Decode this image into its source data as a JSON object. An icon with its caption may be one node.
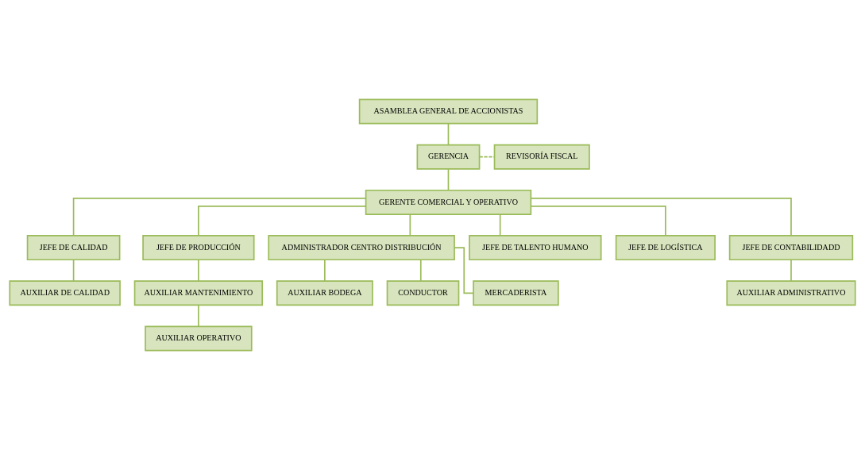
{
  "diagram": {
    "nodes": [
      {
        "text": [
          "ASAMBLEA GENERAL DE ACCIONISTAS"
        ]
      },
      {
        "text": [
          "GERENCIA"
        ]
      },
      {
        "text": [
          "REVISORÍA FISCAL"
        ]
      },
      {
        "text": [
          "GERENTE COMERCIAL Y OPERATIVO"
        ]
      },
      {
        "text": [
          "JEFE DE CALIDAD"
        ]
      },
      {
        "text": [
          "JEFE DE PRODUCCIÓN"
        ]
      },
      {
        "text": [
          "ADMINISTRADOR CENTRO DISTRIBUCIÓN"
        ]
      },
      {
        "text": [
          "AUXILIAR BODEGA"
        ]
      },
      {
        "text": [
          "CONDUCTOR"
        ]
      },
      {
        "text": [
          "MERCADERISTA"
        ]
      },
      {
        "text": [
          "JEFE DE TALENTO HUMANO"
        ]
      },
      {
        "text": [
          "JEFE DE LOGÍSTICA"
        ]
      },
      {
        "text": [
          "JEFE DE CONTABILIDADD"
        ]
      },
      {
        "text": [
          "AUXILIAR DE CALIDAD"
        ]
      },
      {
        "text": [
          "AUXILIAR MANTENIMIENTO"
        ]
      },
      {
        "text": [
          "AUXILIAR OPERATIVO"
        ]
      },
      {
        "text": [
          "AUXILIAR ADMINISTRATIVO"
        ]
      }
    ],
    "edges": [
      {
        "from": 0,
        "to": 1,
        "arrow": "none"
      },
      {
        "from": 1,
        "to": 2,
        "arrow": "none",
        "style": "dashed"
      },
      {
        "from": 1,
        "to": 3,
        "arrow": "none"
      },
      {
        "from": 3,
        "to": 4,
        "arrow": "none"
      },
      {
        "from": 3,
        "to": 5,
        "arrow": "none"
      },
      {
        "from": 3,
        "to": 6,
        "arrow": "none"
      },
      {
        "from": 3,
        "to": 10,
        "arrow": "none"
      },
      {
        "from": 3,
        "to": 11,
        "arrow": "none"
      },
      {
        "from": 3,
        "to": 12,
        "arrow": "none"
      },
      {
        "from": 6,
        "to": 7,
        "arrow": "none"
      },
      {
        "from": 6,
        "to": 8,
        "arrow": "none"
      },
      {
        "from": 6,
        "to": 9,
        "arrow": "none"
      },
      {
        "from": 4,
        "to": 13,
        "arrow": "none"
      },
      {
        "from": 5,
        "to": 14,
        "arrow": "none"
      },
      {
        "from": 14,
        "to": 15,
        "arrow": "none"
      },
      {
        "from": 12,
        "to": 16,
        "arrow": "none"
      }
    ]
  }
}
